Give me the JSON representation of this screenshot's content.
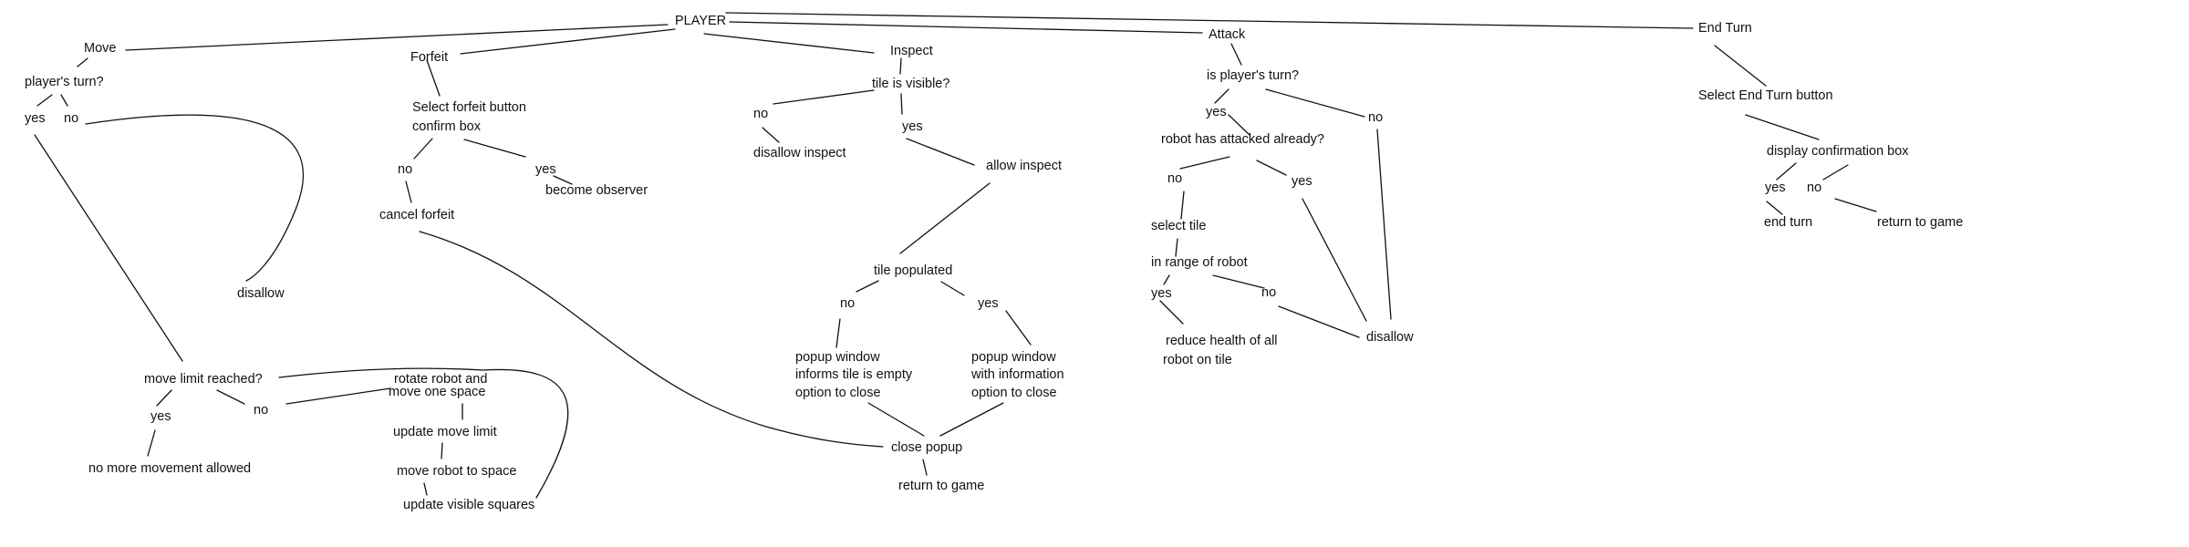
{
  "colors": {
    "ink": "#111111",
    "background": "#ffffff"
  },
  "nodes": {
    "player": "PLAYER",
    "move": "Move",
    "move_turn_check": "player's turn?",
    "move_yes": "yes",
    "move_no": "no",
    "move_disallow": "disallow",
    "move_limit_check": "move limit reached?",
    "move_limit_yes": "yes",
    "move_limit_no": "no",
    "no_more_movement": "no more movement allowed",
    "rotate_robot_1": "rotate robot and",
    "rotate_robot_2": "move one space",
    "update_move_limit": "update move limit",
    "move_robot": "move robot to space",
    "update_visible": "update visible squares",
    "forfeit": "Forfeit",
    "select_forfeit_1": "Select forfeit button",
    "select_forfeit_2": "confirm box",
    "forfeit_no": "no",
    "forfeit_yes": "yes",
    "become_observer": "become observer",
    "cancel_forfeit": "cancel forfeit",
    "inspect": "Inspect",
    "tile_visible": "tile is visible?",
    "inspect_no": "no",
    "inspect_yes": "yes",
    "disallow_inspect": "disallow inspect",
    "allow_inspect": "allow inspect",
    "tile_populated": "tile populated",
    "populated_no": "no",
    "populated_yes": "yes",
    "popup_empty_1": "popup window",
    "popup_empty_2": "informs tile is empty",
    "popup_empty_3": "option to close",
    "popup_info_1": "popup window",
    "popup_info_2": "with information",
    "popup_info_3": "option to close",
    "close_popup": "close popup",
    "return_to_game_inspect": "return to game",
    "attack": "Attack",
    "attack_turn_check": "is player's turn?",
    "attack_yes": "yes",
    "attack_no": "no",
    "robot_attacked": "robot has attacked already?",
    "attacked_no": "no",
    "attacked_yes": "yes",
    "select_tile": "select tile",
    "in_range": "in range of robot",
    "range_yes": "yes",
    "range_no": "no",
    "reduce_health_1": "reduce health of all",
    "reduce_health_2": "robot on tile",
    "attack_disallow": "disallow",
    "end_turn": "End Turn",
    "select_end_turn": "Select End Turn button",
    "display_confirmation": "display confirmation box",
    "end_yes": "yes",
    "end_no": "no",
    "end_turn_action": "end turn",
    "return_to_game_end": "return to game"
  }
}
